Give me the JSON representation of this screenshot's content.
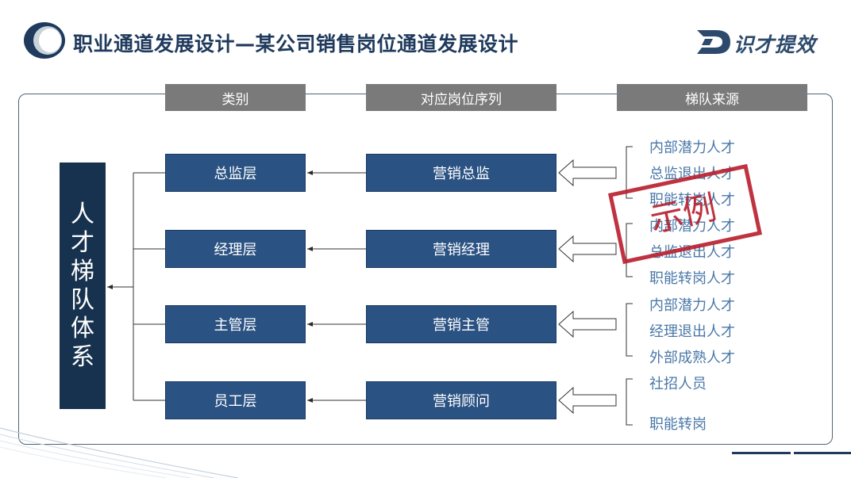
{
  "title": "职业通道发展设计—某公司销售岗位通道发展设计",
  "brand": "识才提效",
  "stamp": "示例",
  "talent_system": [
    "人",
    "才",
    "梯",
    "队",
    "体",
    "系"
  ],
  "headers": {
    "category": "类别",
    "sequence": "对应岗位序列",
    "source": "梯队来源"
  },
  "rows": [
    {
      "level": "总监层",
      "position": "营销总监",
      "sources": [
        "内部潜力人才",
        "总监退出人才",
        "职能转岗人才"
      ]
    },
    {
      "level": "经理层",
      "position": "营销经理",
      "sources": [
        "内部潜力人才",
        "总监退出人才",
        "职能转岗人才"
      ]
    },
    {
      "level": "主管层",
      "position": "营销主管",
      "sources": [
        "内部潜力人才",
        "经理退出人才",
        "外部成熟人才"
      ]
    },
    {
      "level": "员工层",
      "position": "营销顾问",
      "sources": [
        "社招人员",
        "职能转岗"
      ]
    }
  ],
  "colors": {
    "box": "#2a5283",
    "header": "#7a7a7a",
    "stamp": "#b81d2c",
    "source_text": "#4a78a8"
  }
}
